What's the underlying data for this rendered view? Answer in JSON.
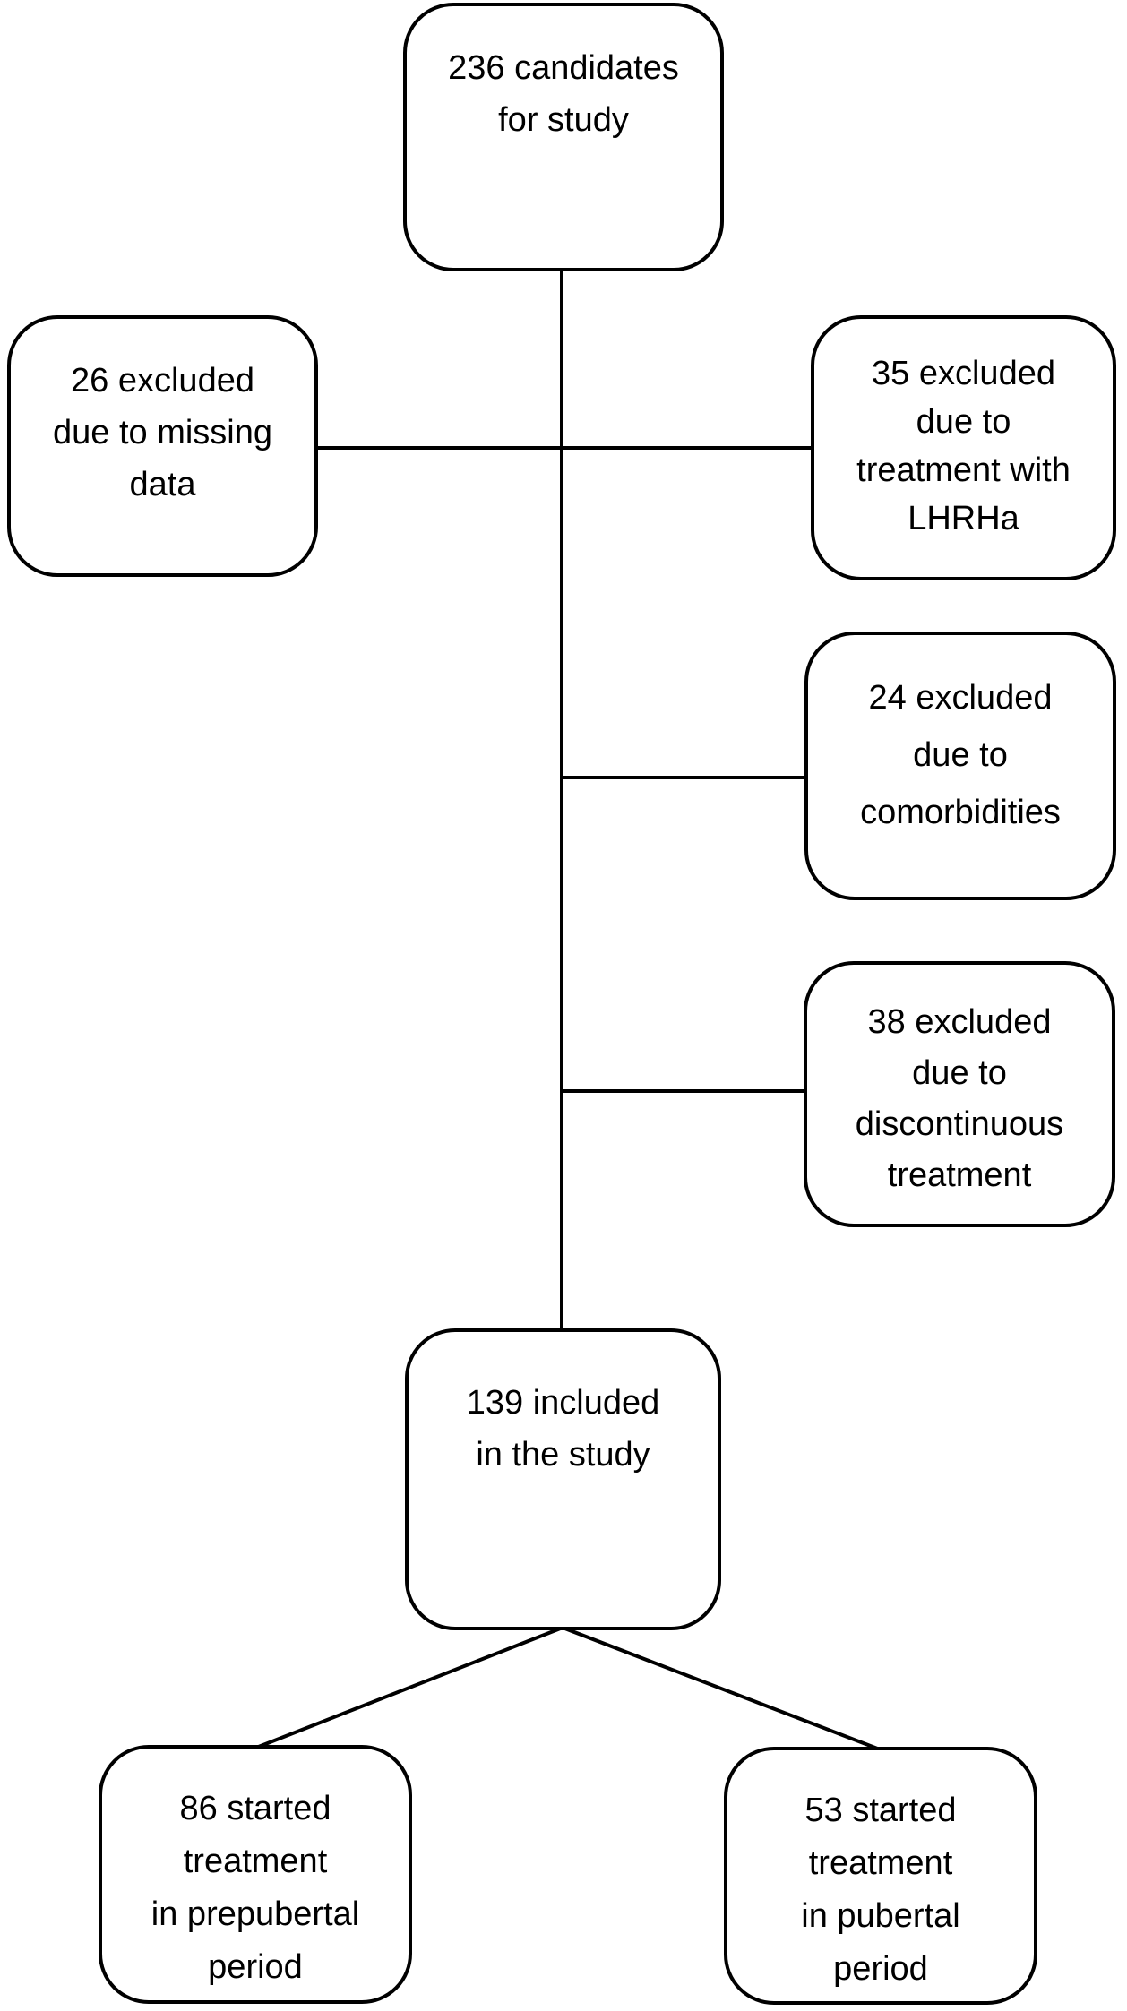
{
  "figure": {
    "type": "flowchart",
    "description": "Study enrollment flow diagram",
    "colors": {
      "background": "#ffffff",
      "box_border": "#000000",
      "line": "#000000",
      "text": "#000000"
    }
  },
  "nodes": {
    "candidates": {
      "text": "236 candidates\nfor study"
    },
    "excluded_missing_data": {
      "text": "26 excluded\ndue to missing\ndata"
    },
    "excluded_lhrha": {
      "text": "35 excluded\ndue to\ntreatment with\nLHRHa"
    },
    "excluded_comorbidities": {
      "text": "24 excluded\ndue to\ncomorbidities"
    },
    "excluded_discontinuous": {
      "text": "38 excluded\ndue to\ndiscontinuous\ntreatment"
    },
    "included": {
      "text": "139 included\nin the study"
    },
    "prepubertal": {
      "text": "86 started\ntreatment\nin prepubertal\nperiod"
    },
    "pubertal": {
      "text": "53 started\ntreatment\nin pubertal\nperiod"
    }
  }
}
